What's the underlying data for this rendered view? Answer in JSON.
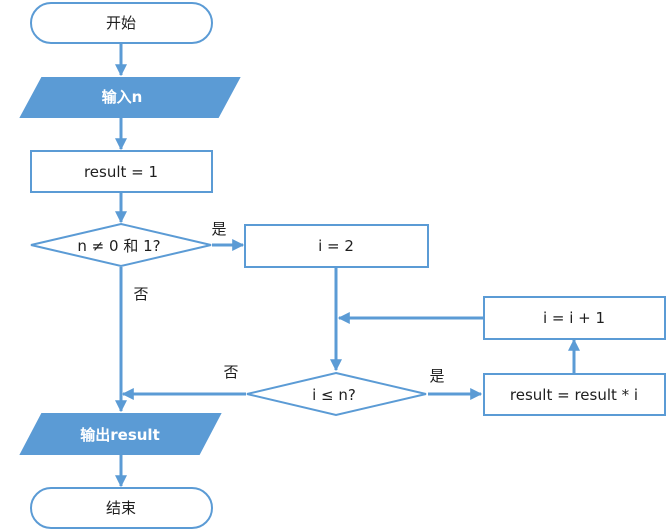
{
  "nodes": {
    "start": "开始",
    "input": "输入n",
    "init_result": "result = 1",
    "check_n": "n ≠ 0 和 1?",
    "init_i": "i = 2",
    "check_i": "i ≤ n?",
    "multiply": "result = result * i",
    "increment": "i = i + 1",
    "output": "输出result",
    "end": "结束"
  },
  "edges": {
    "check_n_yes": "是",
    "check_n_no": "否",
    "check_i_yes": "是",
    "check_i_no": "否"
  },
  "colors": {
    "stroke": "#5b9bd5",
    "io_fill": "#5b9bd5"
  }
}
